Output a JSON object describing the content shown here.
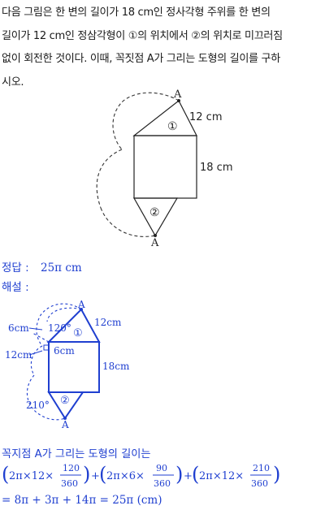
{
  "problem": {
    "lines": [
      "다음 그림은 한 변의 길이가 18 cm인 정사각형 주위를 한 변의",
      "길이가 12 cm인 정삼각형이 ①의 위치에서 ②의 위치로 미끄러짐",
      "없이 회전한 것이다. 이때, 꼭짓점 A가 그리는 도형의 길이를 구하",
      "시오."
    ],
    "figure": {
      "vertex_top": "A",
      "vertex_bottom": "A",
      "marker_1": "①",
      "marker_2": "②",
      "triangle_side": "12 cm",
      "square_side": "18 cm"
    }
  },
  "answer": {
    "label": "정답 :",
    "value": "25π cm"
  },
  "solution": {
    "label": "해설 :",
    "figure": {
      "vertex_top": "A",
      "vertex_bottom": "A",
      "marker_1": "①",
      "marker_2": "②",
      "angle_120": "120°",
      "angle_210": "210°",
      "len_6cm_outer": "6cm",
      "len_6cm_inner": "6cm",
      "len_12cm_left": "12cm",
      "len_12cm_tri": "12cm",
      "len_18cm": "18cm"
    },
    "formula_label": "꼭지점 A가 그리는 도형의 길이는",
    "terms": [
      {
        "pre": "2π×12×",
        "num": "120",
        "den": "360"
      },
      {
        "pre": "2π×6×",
        "num": "90",
        "den": "360"
      },
      {
        "pre": "2π×12×",
        "num": "210",
        "den": "360"
      }
    ],
    "result": "= 8π + 3π + 14π = 25π (cm)"
  }
}
